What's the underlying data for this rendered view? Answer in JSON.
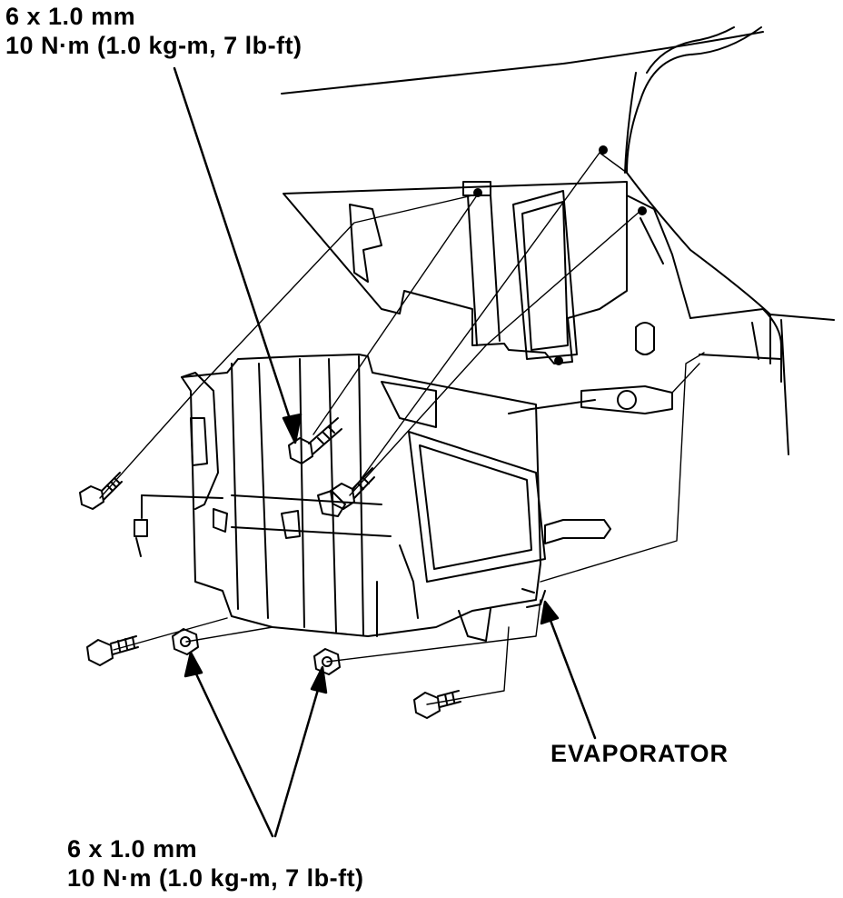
{
  "labels": {
    "top_fastener": {
      "size": "6 x 1.0 mm",
      "torque": "10 N·m (1.0 kg-m, 7 lb-ft)"
    },
    "bottom_fastener": {
      "size": "6 x 1.0 mm",
      "torque": "10 N·m (1.0 kg-m, 7 lb-ft)"
    },
    "component": "EVAPORATOR"
  },
  "colors": {
    "ink": "#000000",
    "paper": "#ffffff"
  }
}
